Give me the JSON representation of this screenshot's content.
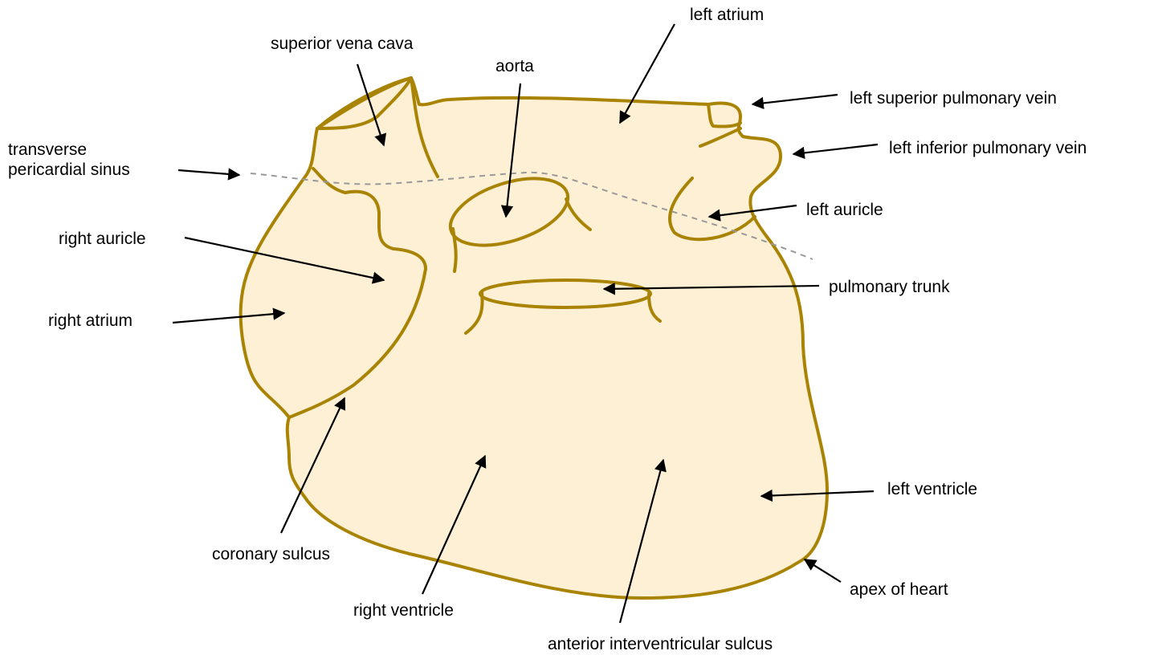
{
  "colors": {
    "heart_fill": "#FDF0D5",
    "heart_stroke": "#A98304",
    "arrow": "#000000",
    "sinus_line": "#999999"
  },
  "labels": {
    "left_atrium": "left atrium",
    "superior_vena_cava": "superior vena cava",
    "aorta": "aorta",
    "left_superior_pulmonary_vein": "left superior pulmonary vein",
    "left_inferior_pulmonary_vein": "left inferior pulmonary vein",
    "transverse_pericardial_sinus_line1": "transverse",
    "transverse_pericardial_sinus_line2": "pericardial sinus",
    "left_auricle": "left auricle",
    "right_auricle": "right auricle",
    "pulmonary_trunk": "pulmonary trunk",
    "right_atrium": "right atrium",
    "left_ventricle": "left ventricle",
    "coronary_sulcus": "coronary sulcus",
    "apex_of_heart": "apex of heart",
    "right_ventricle": "right ventricle",
    "anterior_interventricular_sulcus": "anterior interventricular sulcus"
  }
}
